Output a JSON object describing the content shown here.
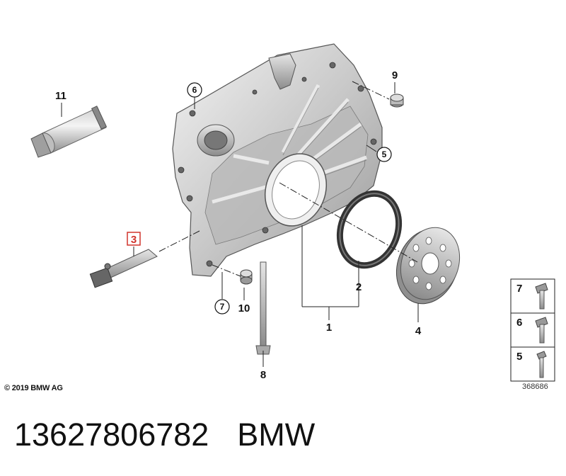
{
  "diagram": {
    "callouts": {
      "c1": "1",
      "c2": "2",
      "c3": "3",
      "c4": "4",
      "c5": "5",
      "c6": "6",
      "c7": "7",
      "c8": "8",
      "c9": "9",
      "c10": "10",
      "c11": "11"
    },
    "legend": {
      "row_top": "7",
      "row_mid": "6",
      "row_bottom": "5"
    },
    "highlight_color": "#d0342c"
  },
  "copyright": "© 2019 BMW AG",
  "image_number": "368686",
  "footer": {
    "part_number": "13627806782",
    "brand": "BMW"
  }
}
